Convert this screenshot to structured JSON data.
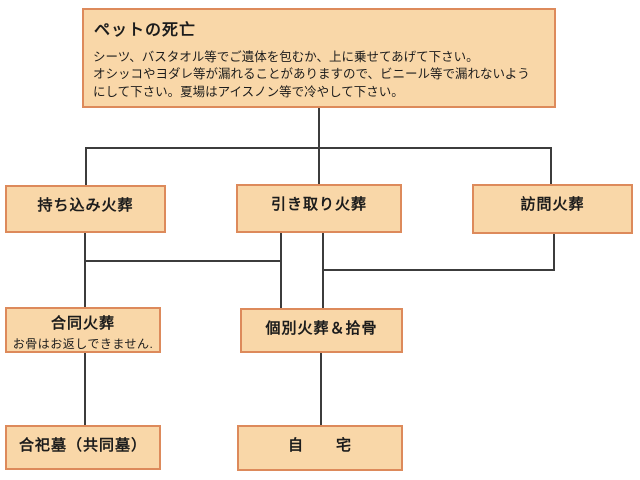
{
  "flowchart": {
    "root": {
      "title": "ペットの死亡",
      "body": "シーツ、バスタオル等でご遺体を包むか、上に乗せてあげて下さい。\nオシッコやヨダレ等が漏れることがありますので、ビニール等で漏れないよう\nにして下さい。夏場はアイスノン等で冷やして下さい。"
    },
    "nodes": {
      "bring_in": {
        "label": "持ち込み火葬"
      },
      "pick_up": {
        "label": "引き取り火葬"
      },
      "visit": {
        "label": "訪問火葬"
      },
      "joint": {
        "label": "合同火葬",
        "note": "お骨はお返しできません."
      },
      "individual": {
        "label": "個別火葬＆拾骨"
      },
      "communal_grave": {
        "label": "合祀墓（共同墓）"
      },
      "home": {
        "label": "自　　宅"
      }
    },
    "colors": {
      "box_fill": "#f9d7a8",
      "box_border": "#dd8a5b",
      "line": "#3c3c3c",
      "text": "#1c1c1c",
      "background": "#ffffff"
    }
  }
}
